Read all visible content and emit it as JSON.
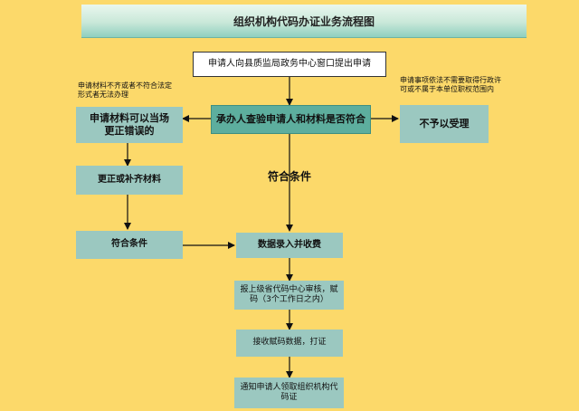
{
  "title": "组织机构代码办证业务流程图",
  "nodes": {
    "submit": "申请人向县质监局政务中心窗口提出申请",
    "review": "承办人查验申请人和材料是否符合",
    "correctable": "申请材料可以当场更正错误的",
    "reject": "不予以受理",
    "supplement": "更正或补齐材料",
    "meets_left": "符合条件",
    "entry": "数据录入并收费",
    "provincial": "报上级省代码中心审核，赋码（3个工作日之内）",
    "receive": "接收赋码数据，打证",
    "notify": "通知申请人领取组织机构代码证"
  },
  "notes": {
    "left": "申请材料不齐或者不符合法定形式者无法办理",
    "right": "申请事项依法不需要取得行政许可或不属于本单位职权范围内"
  },
  "labels": {
    "meets_center": "符合条件"
  }
}
